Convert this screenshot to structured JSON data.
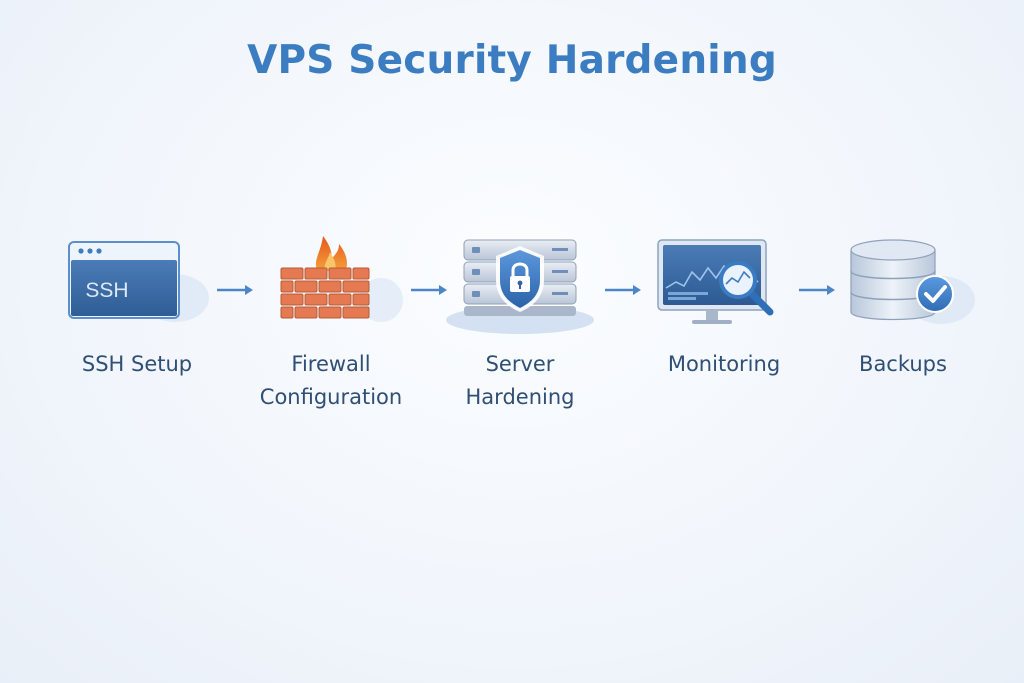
{
  "title": "VPS Security Hardening",
  "steps": [
    {
      "icon": "ssh-terminal-icon",
      "icon_text": "SSH",
      "label_lines": [
        "SSH Setup"
      ]
    },
    {
      "icon": "firewall-icon",
      "label_lines": [
        "Firewall",
        "Configuration"
      ]
    },
    {
      "icon": "server-shield-icon",
      "label_lines": [
        "Server",
        "Hardening"
      ]
    },
    {
      "icon": "monitor-magnifier-icon",
      "label_lines": [
        "Monitoring"
      ]
    },
    {
      "icon": "database-check-icon",
      "label_lines": [
        "Backups"
      ]
    }
  ],
  "colors": {
    "accent": "#3c7dc2",
    "label": "#2f4f74",
    "arrow": "#4d86c6",
    "fire": "#ef7a28",
    "brick": "#e57a52"
  }
}
